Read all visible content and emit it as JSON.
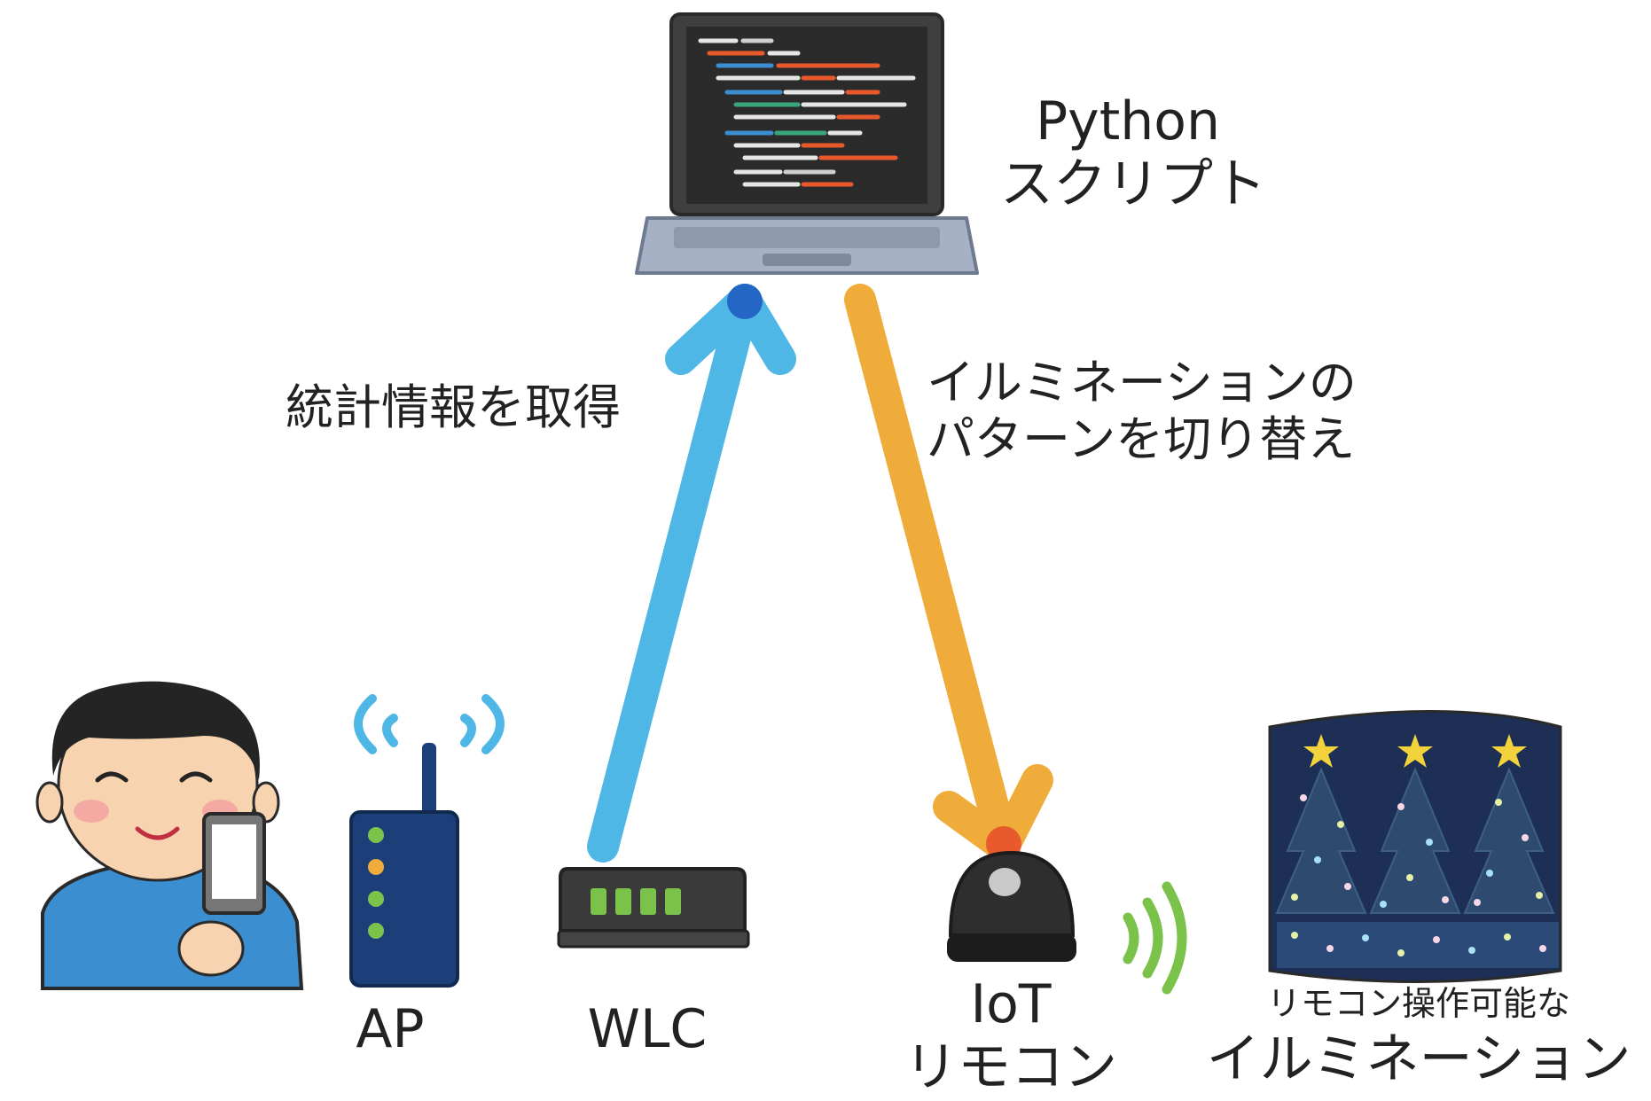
{
  "labels": {
    "laptop_line1": "Python",
    "laptop_line2": "スクリプト",
    "stats": "統計情報を取得",
    "switch_line1": "イルミネーションの",
    "switch_line2": "パターンを切り替え",
    "ap": "AP",
    "wlc": "WLC",
    "iot_line1": "IoT",
    "iot_line2": "リモコン",
    "illum_line1": "リモコン操作可能な",
    "illum_line2": "イルミネーション"
  },
  "colors": {
    "blue_arrow": "#4fb7e6",
    "orange_arrow": "#f0ac3b",
    "shirt": "#3b8fd0",
    "ap_body": "#1c3f7a",
    "wlc_body": "#3a3a3a",
    "led_green": "#7ac24a",
    "night": "#1d2f55"
  }
}
